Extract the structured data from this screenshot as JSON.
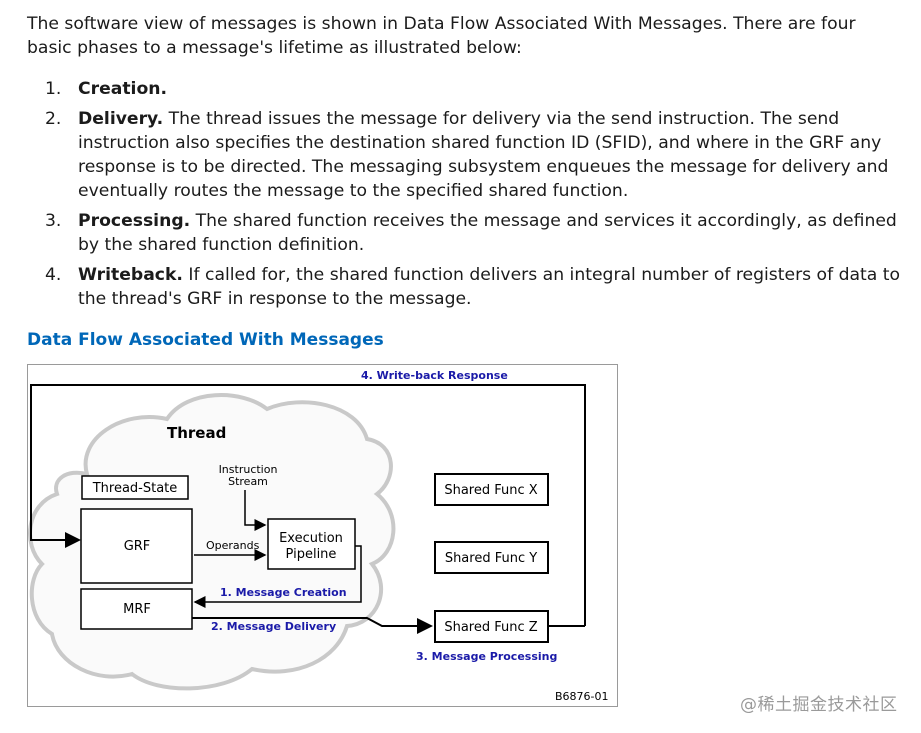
{
  "intro": "The software view of messages is shown in Data Flow Associated With Messages. There are four basic phases to a message's lifetime as illustrated below:",
  "steps": [
    {
      "num": "1.",
      "title": "Creation.",
      "text": ""
    },
    {
      "num": "2.",
      "title": "Delivery.",
      "text": " The thread issues the message for delivery via the send instruction. The send instruction also specifies the destination shared function ID (SFID), and where in the GRF any response is to be directed. The messaging subsystem enqueues the message for delivery and eventually routes the message to the specified shared function."
    },
    {
      "num": "3.",
      "title": "Processing.",
      "text": " The shared function receives the message and services it accordingly, as defined by the shared function definition."
    },
    {
      "num": "4.",
      "title": "Writeback.",
      "text": " If called for, the shared function delivers an integral number of registers of data to the thread's GRF in response to the message."
    }
  ],
  "heading": "Data Flow Associated With Messages",
  "diagram": {
    "writeback": "4. Write-back Response",
    "thread": "Thread",
    "thread_state": "Thread-State",
    "instruction_1": "Instruction",
    "instruction_2": "Stream",
    "grf": "GRF",
    "operands": "Operands",
    "exec_1": "Execution",
    "exec_2": "Pipeline",
    "msg_creation": "1. Message Creation",
    "mrf": "MRF",
    "msg_delivery": "2. Message Delivery",
    "func_x": "Shared Func X",
    "func_y": "Shared Func Y",
    "func_z": "Shared Func Z",
    "msg_processing": "3. Message Processing",
    "figure_id": "B6876-01"
  },
  "watermark": "@稀土掘金技术社区",
  "colors": {
    "heading": "#0067b8",
    "diagram_label": "#1a1aa8"
  }
}
